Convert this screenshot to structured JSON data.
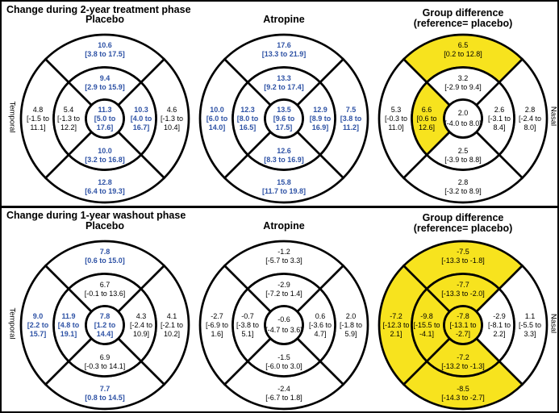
{
  "colors": {
    "highlight_yellow": "#f7e31e",
    "value_blue": "#2e52a5",
    "value_black": "#000000",
    "line_black": "#000000",
    "background": "#ffffff"
  },
  "side_labels": {
    "left": "Temporal",
    "right": "Nasal"
  },
  "panels": [
    {
      "title": "Change during 2-year treatment phase",
      "columns": [
        {
          "title": "Placebo"
        },
        {
          "title": "Atropine"
        },
        {
          "title": "Group difference",
          "subtitle": "(reference= placebo)"
        }
      ],
      "grids": [
        {
          "name": "treatment-placebo",
          "sectors": {
            "center": {
              "lines": [
                "11.3",
                "[5.0 to",
                "17.6]"
              ],
              "blue": true,
              "highlight": false
            },
            "inner_top": {
              "lines": [
                "9.4",
                "[2.9 to 15.9]"
              ],
              "blue": true,
              "highlight": false
            },
            "inner_right": {
              "lines": [
                "10.3",
                "[4.0 to",
                "16.7]"
              ],
              "blue": true,
              "highlight": false
            },
            "inner_bottom": {
              "lines": [
                "10.0",
                "[3.2 to 16.8]"
              ],
              "blue": true,
              "highlight": false
            },
            "inner_left": {
              "lines": [
                "5.4",
                "[-1.3 to",
                "12.2]"
              ],
              "blue": false,
              "highlight": false
            },
            "outer_top": {
              "lines": [
                "10.6",
                "[3.8 to 17.5]"
              ],
              "blue": true,
              "highlight": false
            },
            "outer_right": {
              "lines": [
                "4.6",
                "[-1.3 to",
                "10.4]"
              ],
              "blue": false,
              "highlight": false
            },
            "outer_bottom": {
              "lines": [
                "12.8",
                "[6.4 to 19.3]"
              ],
              "blue": true,
              "highlight": false
            },
            "outer_left": {
              "lines": [
                "4.8",
                "[-1.5 to",
                "11.1]"
              ],
              "blue": false,
              "highlight": false
            }
          }
        },
        {
          "name": "treatment-atropine",
          "sectors": {
            "center": {
              "lines": [
                "13.5",
                "[9.6 to",
                "17.5]"
              ],
              "blue": true,
              "highlight": false
            },
            "inner_top": {
              "lines": [
                "13.3",
                "[9.2 to 17.4]"
              ],
              "blue": true,
              "highlight": false
            },
            "inner_right": {
              "lines": [
                "12.9",
                "[8.9 to",
                "16.9]"
              ],
              "blue": true,
              "highlight": false
            },
            "inner_bottom": {
              "lines": [
                "12.6",
                "[8.3 to 16.9]"
              ],
              "blue": true,
              "highlight": false
            },
            "inner_left": {
              "lines": [
                "12.3",
                "[8.0 to",
                "16.5]"
              ],
              "blue": true,
              "highlight": false
            },
            "outer_top": {
              "lines": [
                "17.6",
                "[13.3 to 21.9]"
              ],
              "blue": true,
              "highlight": false
            },
            "outer_right": {
              "lines": [
                "7.5",
                "[3.8 to",
                "11.2]"
              ],
              "blue": true,
              "highlight": false
            },
            "outer_bottom": {
              "lines": [
                "15.8",
                "[11.7 to 19.8]"
              ],
              "blue": true,
              "highlight": false
            },
            "outer_left": {
              "lines": [
                "10.0",
                "[6.0 to",
                "14.0]"
              ],
              "blue": true,
              "highlight": false
            }
          }
        },
        {
          "name": "treatment-group-difference",
          "sectors": {
            "center": {
              "lines": [
                "2.0",
                "[-4.0 to 8.0]"
              ],
              "blue": false,
              "highlight": false
            },
            "inner_top": {
              "lines": [
                "3.2",
                "[-2.9 to 9.4]"
              ],
              "blue": false,
              "highlight": false
            },
            "inner_right": {
              "lines": [
                "2.6",
                "[-3.1 to",
                "8.4]"
              ],
              "blue": false,
              "highlight": false
            },
            "inner_bottom": {
              "lines": [
                "2.5",
                "[-3.9 to 8.8]"
              ],
              "blue": false,
              "highlight": false
            },
            "inner_left": {
              "lines": [
                "6.6",
                "[0.6 to",
                "12.6]"
              ],
              "blue": false,
              "highlight": true
            },
            "outer_top": {
              "lines": [
                "6.5",
                "[0.2 to 12.8]"
              ],
              "blue": false,
              "highlight": true
            },
            "outer_right": {
              "lines": [
                "2.8",
                "[-2.4 to",
                "8.0]"
              ],
              "blue": false,
              "highlight": false
            },
            "outer_bottom": {
              "lines": [
                "2.8",
                "[-3.2 to 8.9]"
              ],
              "blue": false,
              "highlight": false
            },
            "outer_left": {
              "lines": [
                "5.3",
                "[-0.3 to",
                "11.0]"
              ],
              "blue": false,
              "highlight": false
            }
          }
        }
      ]
    },
    {
      "title": "Change during 1-year washout phase",
      "columns": [
        {
          "title": "Placebo"
        },
        {
          "title": "Atropine"
        },
        {
          "title": "Group difference",
          "subtitle": "(reference= placebo)"
        }
      ],
      "grids": [
        {
          "name": "washout-placebo",
          "sectors": {
            "center": {
              "lines": [
                "7.8",
                "[1.2 to",
                "14.4]"
              ],
              "blue": true,
              "highlight": false
            },
            "inner_top": {
              "lines": [
                "6.7",
                "[-0.1 to 13.6]"
              ],
              "blue": false,
              "highlight": false
            },
            "inner_right": {
              "lines": [
                "4.3",
                "[-2.4 to",
                "10.9]"
              ],
              "blue": false,
              "highlight": false
            },
            "inner_bottom": {
              "lines": [
                "6.9",
                "[-0.3 to 14.1]"
              ],
              "blue": false,
              "highlight": false
            },
            "inner_left": {
              "lines": [
                "11.9",
                "[4.8 to",
                "19.1]"
              ],
              "blue": true,
              "highlight": false
            },
            "outer_top": {
              "lines": [
                "7.8",
                "[0.6 to 15.0]"
              ],
              "blue": true,
              "highlight": false
            },
            "outer_right": {
              "lines": [
                "4.1",
                "[-2.1 to",
                "10.2]"
              ],
              "blue": false,
              "highlight": false
            },
            "outer_bottom": {
              "lines": [
                "7.7",
                "[0.8 to 14.5]"
              ],
              "blue": true,
              "highlight": false
            },
            "outer_left": {
              "lines": [
                "9.0",
                "[2.2 to",
                "15.7]"
              ],
              "blue": true,
              "highlight": false
            }
          }
        },
        {
          "name": "washout-atropine",
          "sectors": {
            "center": {
              "lines": [
                "-0.6",
                "[-4.7 to 3.6]"
              ],
              "blue": false,
              "highlight": false
            },
            "inner_top": {
              "lines": [
                "-2.9",
                "[-7.2 to 1.4]"
              ],
              "blue": false,
              "highlight": false
            },
            "inner_right": {
              "lines": [
                "0.6",
                "[-3.6 to",
                "4.7]"
              ],
              "blue": false,
              "highlight": false
            },
            "inner_bottom": {
              "lines": [
                "-1.5",
                "[-6.0 to 3.0]"
              ],
              "blue": false,
              "highlight": false
            },
            "inner_left": {
              "lines": [
                "-0.7",
                "[-3.8 to",
                "5.1]"
              ],
              "blue": false,
              "highlight": false
            },
            "outer_top": {
              "lines": [
                "-1.2",
                "[-5.7 to 3.3]"
              ],
              "blue": false,
              "highlight": false
            },
            "outer_right": {
              "lines": [
                "2.0",
                "[-1.8 to",
                "5.9]"
              ],
              "blue": false,
              "highlight": false
            },
            "outer_bottom": {
              "lines": [
                "-2.4",
                "[-6.7 to 1.8]"
              ],
              "blue": false,
              "highlight": false
            },
            "outer_left": {
              "lines": [
                "-2.7",
                "[-6.9 to",
                "1.6]"
              ],
              "blue": false,
              "highlight": false
            }
          }
        },
        {
          "name": "washout-group-difference",
          "sectors": {
            "center": {
              "lines": [
                "-7.8",
                "[-13.1 to",
                "-2.7]"
              ],
              "blue": false,
              "highlight": true
            },
            "inner_top": {
              "lines": [
                "-7.7",
                "[-13.3 to -2.0]"
              ],
              "blue": false,
              "highlight": true
            },
            "inner_right": {
              "lines": [
                "-2.9",
                "[-8.1 to",
                "2.2]"
              ],
              "blue": false,
              "highlight": false
            },
            "inner_bottom": {
              "lines": [
                "-7.2",
                "[-13.2 to -1.3]"
              ],
              "blue": false,
              "highlight": true
            },
            "inner_left": {
              "lines": [
                "-9.8",
                "[-15.5 to",
                "-4.1]"
              ],
              "blue": false,
              "highlight": true
            },
            "outer_top": {
              "lines": [
                "-7.5",
                "[-13.3 to -1.8]"
              ],
              "blue": false,
              "highlight": true
            },
            "outer_right": {
              "lines": [
                "1.1",
                "[-5.5 to",
                "3.3]"
              ],
              "blue": false,
              "highlight": false
            },
            "outer_bottom": {
              "lines": [
                "-8.5",
                "[-14.3 to -2.7]"
              ],
              "blue": false,
              "highlight": true
            },
            "outer_left": {
              "lines": [
                "-7.2",
                "[-12.3 to",
                "2.1]"
              ],
              "blue": false,
              "highlight": true
            }
          }
        }
      ]
    }
  ]
}
